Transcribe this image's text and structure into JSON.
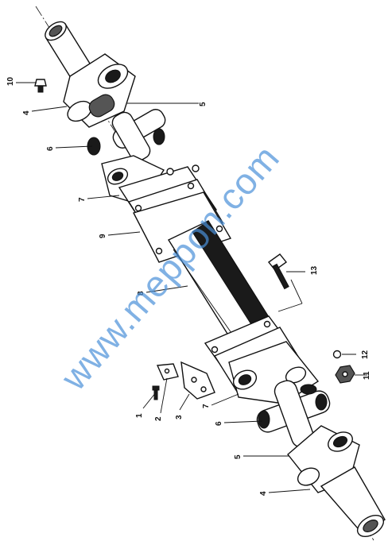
{
  "watermark": {
    "text": "www.meppon.com",
    "color": "#4a90d9"
  },
  "labels": {
    "l1": "1",
    "l2": "2",
    "l3": "3",
    "l4a": "4",
    "l4b": "4",
    "l5a": "5",
    "l5b": "5",
    "l6a": "6",
    "l6b": "6",
    "l7a": "7",
    "l7b": "7",
    "l8": "8",
    "l9": "9",
    "l10": "10",
    "l11": "11",
    "l12": "12",
    "l13": "13"
  }
}
